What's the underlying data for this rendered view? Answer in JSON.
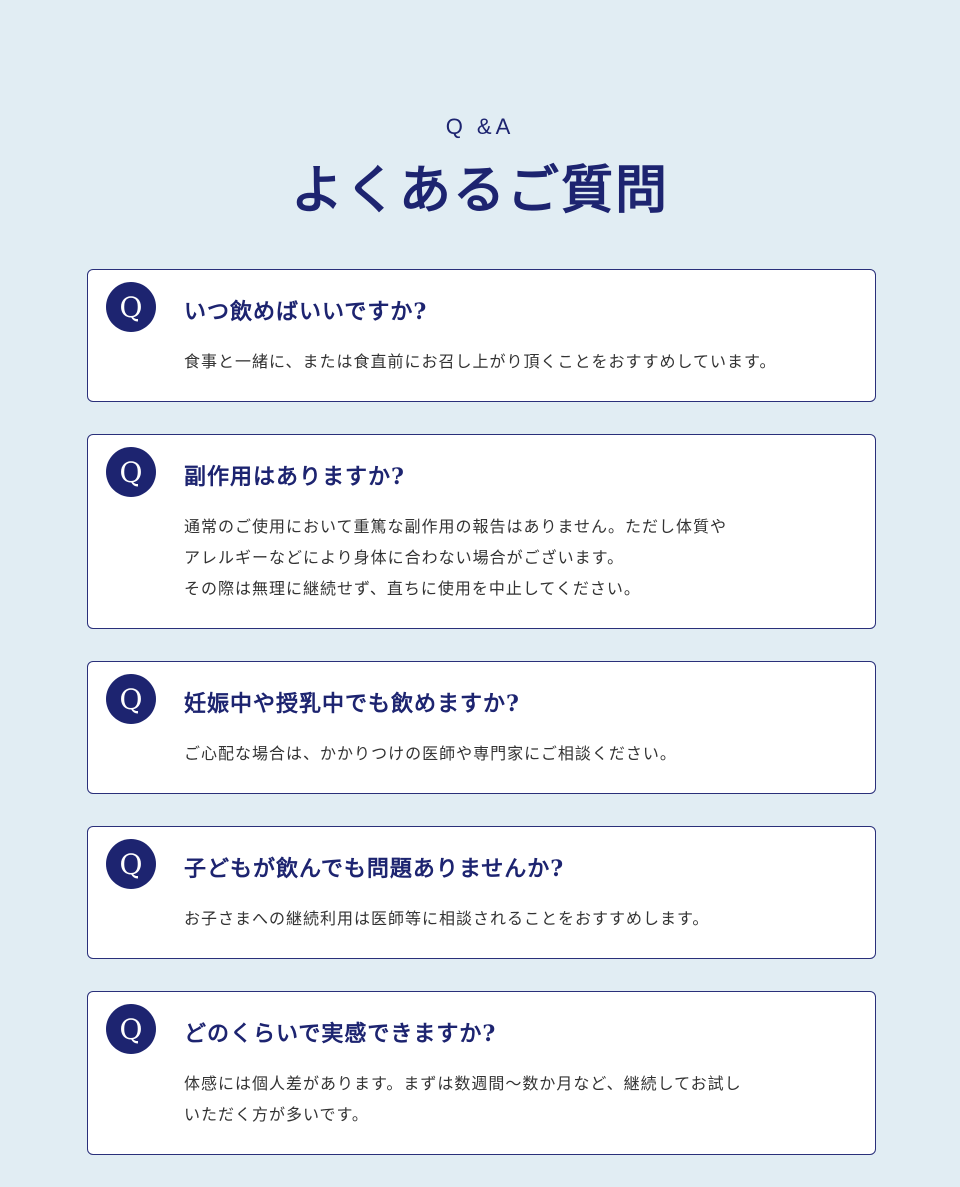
{
  "header": {
    "eyebrow": "Q &A",
    "title": "よくあるご質問"
  },
  "faq": [
    {
      "q_mark": "Q",
      "question": "いつ飲めばいいですか?",
      "answer": "食事と一緒に、または食直前にお召し上がり頂くことをおすすめしています。"
    },
    {
      "q_mark": "Q",
      "question": "副作用はありますか?",
      "answer": "通常のご使用において重篤な副作用の報告はありません。ただし体質や\nアレルギーなどにより身体に合わない場合がございます。\nその際は無理に継続せず、直ちに使用を中止してください。"
    },
    {
      "q_mark": "Q",
      "question": "妊娠中や授乳中でも飲めますか?",
      "answer": "ご心配な場合は、かかりつけの医師や専門家にご相談ください。"
    },
    {
      "q_mark": "Q",
      "question": "子どもが飲んでも問題ありませんか?",
      "answer": "お子さまへの継続利用は医師等に相談されることをおすすめします。"
    },
    {
      "q_mark": "Q",
      "question": "どのくらいで実感できますか?",
      "answer": "体感には個人差があります。まずは数週間〜数か月など、継続してお試し\nいただく方が多いです。"
    }
  ]
}
